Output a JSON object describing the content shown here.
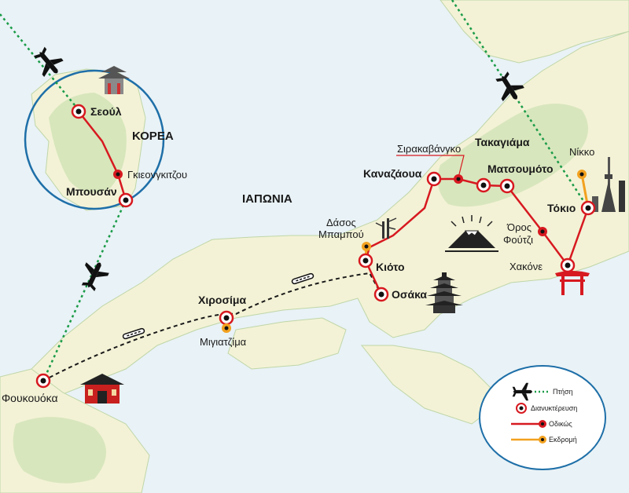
{
  "regions": {
    "korea": "ΚΟΡΕΑ",
    "japan": "ΙΑΠΩΝΙΑ"
  },
  "cities": {
    "seoul": "Σεούλ",
    "gyeongju": "Γκιεονγκιτζου",
    "busan": "Μπουσάν",
    "fukuoka": "Φουκουόκα",
    "hiroshima": "Χιροσίμα",
    "miyajima": "Μιγιατζίμα",
    "bamboo_line1": "Δάσος",
    "bamboo_line2": "Μπαμπού",
    "kyoto": "Κιότο",
    "osaka": "Οσάκα",
    "kanazawa": "Καναζάουα",
    "shirakawago": "Σιρακαβάνγκο",
    "takayama": "Τακαγιάμα",
    "matsumoto": "Ματσουμότο",
    "tokyo": "Τόκιο",
    "nikko": "Νίκκο",
    "fuji_line1": "Όρος",
    "fuji_line2": "Φούτζι",
    "hakone": "Χακόνε"
  },
  "legend": {
    "flight": "Πτήση",
    "stopover": "Διανυκτέρευση",
    "road": "Οδικώς",
    "excursion": "Εκδρομή"
  },
  "colors": {
    "sea": "#e9f2f6",
    "land": "#f3f2d6",
    "land_dark": "#cfe2b4",
    "route": "#d71920",
    "flight": "#1a9b48",
    "excursion": "#f2a11f",
    "train": "#1a1a1a"
  },
  "icons": [
    "airplane-icon",
    "palace-icon",
    "pagoda-icon",
    "torii-gate-icon",
    "mount-fuji-icon",
    "bamboo-icon",
    "skytree-icon",
    "train-icon",
    "temple-gate-icon"
  ]
}
